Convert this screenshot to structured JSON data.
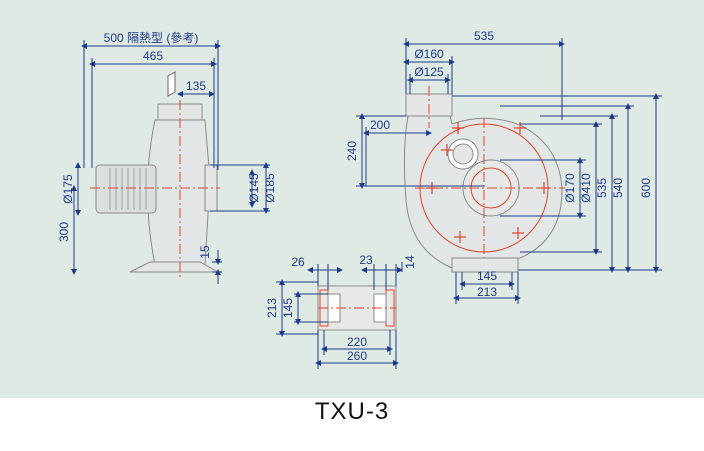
{
  "drawing": {
    "background_color": "#dfeae4",
    "dimension_color": "#1e3a8a",
    "centerline_color": "#e0442a",
    "outline_color": "#8a8a8a"
  },
  "side_view": {
    "width_insulated": "500 隔熱型 (參考)",
    "width": "465",
    "outlet_offset": "135",
    "motor_dia": "Ø175",
    "height_to_axis": "300",
    "inlet_dia_inner": "Ø145",
    "inlet_dia_outer": "Ø185",
    "base_thickness": "15"
  },
  "front_view": {
    "overall_width": "535",
    "outlet_dia_outer": "Ø160",
    "outlet_dia_inner": "Ø125",
    "outlet_offset_x": "200",
    "outlet_offset_y": "240",
    "inlet_dia": "Ø170",
    "bolt_circle": "Ø410",
    "height_535": "535",
    "height_540": "540",
    "height_600": "600",
    "base_inner": "145",
    "base_outer": "213"
  },
  "base_view": {
    "slot_26": "26",
    "slot_23": "23",
    "edge_14": "14",
    "depth_213": "213",
    "depth_145": "145",
    "width_220": "220",
    "width_260": "260"
  },
  "model": "TXU-3"
}
